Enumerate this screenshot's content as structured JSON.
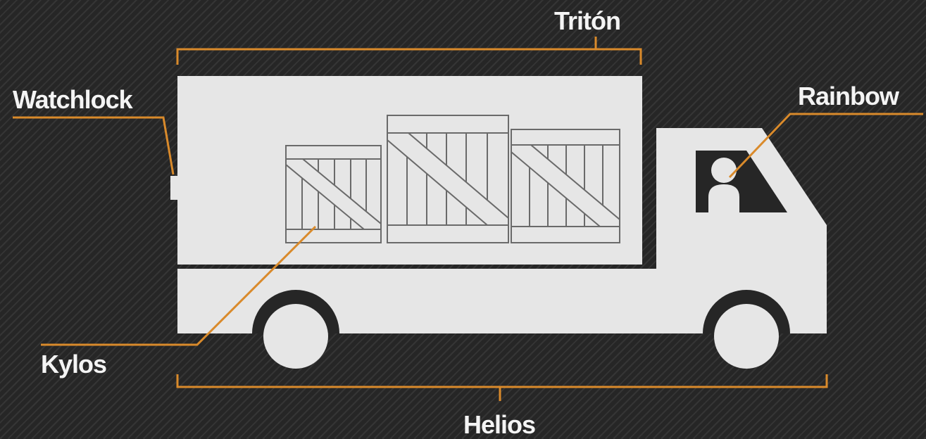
{
  "labels": {
    "triton": "Tritón",
    "watchlock": "Watchlock",
    "rainbow": "Rainbow",
    "kylos": "Kylos",
    "helios": "Helios"
  },
  "colors": {
    "background": "#262626",
    "truck": "#e6e6e6",
    "accent": "#d98a2b"
  },
  "icons": [
    "truck-icon",
    "crate-icon",
    "driver-icon",
    "wheel-icon"
  ]
}
